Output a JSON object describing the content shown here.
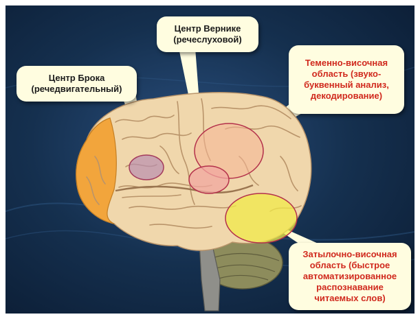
{
  "callouts": {
    "broca": "Центр Брока\n(речедвигательный)",
    "wernicke": "Центр Вернике\n(речеслуховой)",
    "parietal_temporal": "Теменно-височная\nобласть (звуко-\nбуквенный анализ,\nдекодирование)",
    "occipital_temporal": "Затылочно-височная\nобласть (быстрое\nавтоматизированное\nраспознавание\nчитаемых слов)"
  },
  "colors": {
    "background": "#15304f",
    "callout_fill": "#fffde0",
    "callout_text_dark": "#1a1a1a",
    "callout_text_red": "#d0291d",
    "broca_region": "#b98fb0",
    "wernicke_region": "#f2a7a0",
    "parietal_region": "#f6b495",
    "occipital_region": "#f2e94a"
  }
}
